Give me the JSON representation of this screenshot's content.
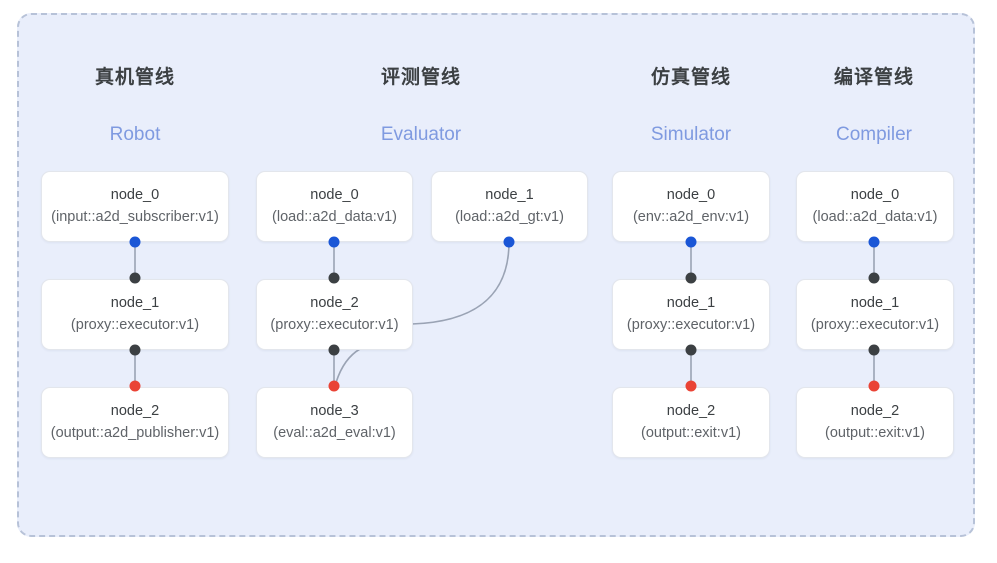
{
  "diagram": {
    "title_cn": "",
    "background_color": "#e9eefb",
    "border_color": "#b7c2d8",
    "columns": [
      {
        "key": "robot",
        "cn_title": "真机管线",
        "en_title": "Robot",
        "nodes": [
          {
            "id": "node_0",
            "spec": "(input::a2d_subscriber:v1)"
          },
          {
            "id": "node_1",
            "spec": "(proxy::executor:v1)"
          },
          {
            "id": "node_2",
            "spec": "(output::a2d_publisher:v1)"
          }
        ]
      },
      {
        "key": "evaluator",
        "cn_title": "评测管线",
        "en_title": "Evaluator",
        "nodes": [
          {
            "id": "node_0",
            "spec": "(load::a2d_data:v1)"
          },
          {
            "id": "node_2",
            "spec": "(proxy::executor:v1)"
          },
          {
            "id": "node_3",
            "spec": "(eval::a2d_eval:v1)"
          }
        ],
        "side_node": {
          "id": "node_1",
          "spec": "(load::a2d_gt:v1)"
        }
      },
      {
        "key": "simulator",
        "cn_title": "仿真管线",
        "en_title": "Simulator",
        "nodes": [
          {
            "id": "node_0",
            "spec": "(env::a2d_env:v1)"
          },
          {
            "id": "node_1",
            "spec": "(proxy::executor:v1)"
          },
          {
            "id": "node_2",
            "spec": "(output::exit:v1)"
          }
        ]
      },
      {
        "key": "compiler",
        "cn_title": "编译管线",
        "en_title": "Compiler",
        "nodes": [
          {
            "id": "node_0",
            "spec": "(load::a2d_data:v1)"
          },
          {
            "id": "node_1",
            "spec": "(proxy::executor:v1)"
          },
          {
            "id": "node_2",
            "spec": "(output::exit:v1)"
          }
        ]
      }
    ],
    "port_colors": {
      "output_blue": "#1a56d6",
      "relay_dark": "#3c4043",
      "terminal_red": "#ea4335"
    },
    "edge_color": "#9aa3b4"
  }
}
